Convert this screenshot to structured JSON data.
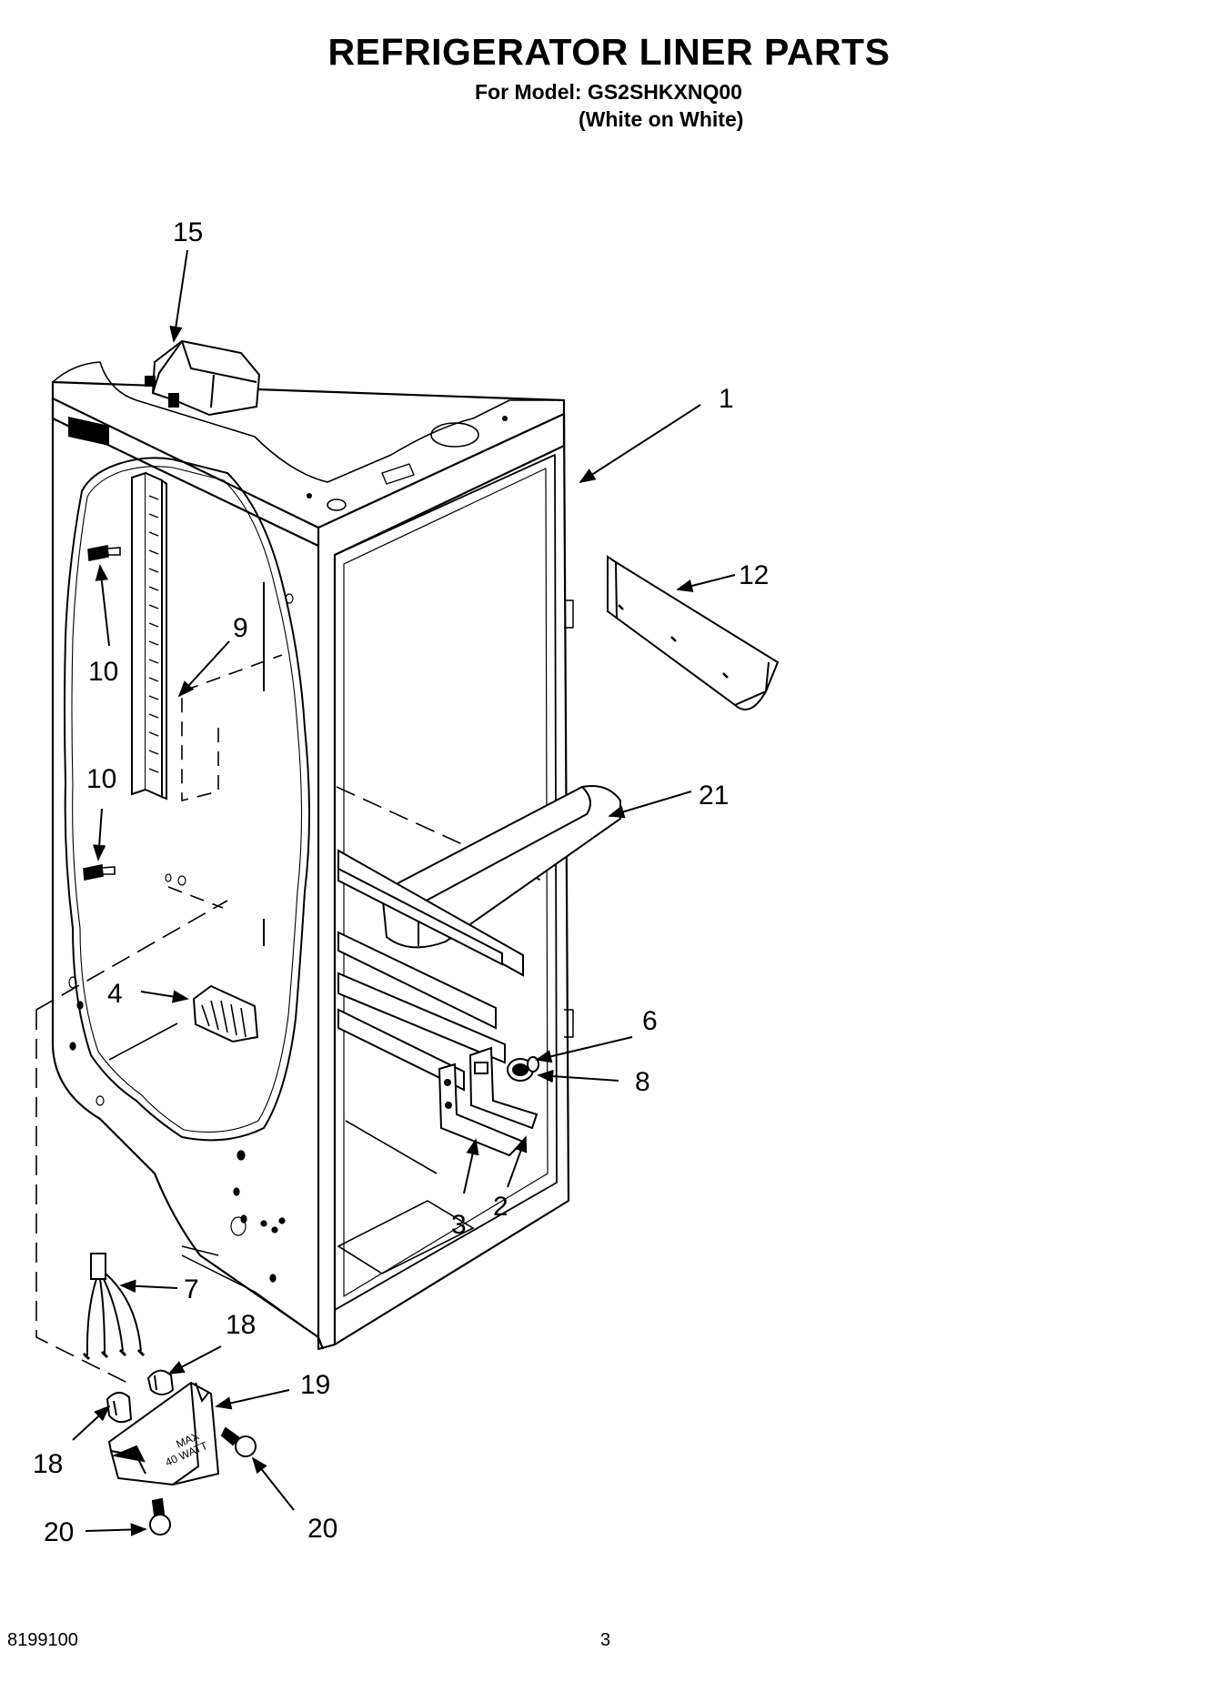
{
  "header": {
    "title": "REFRIGERATOR LINER PARTS",
    "model_line": "For Model: GS2SHKXNQ00",
    "color_line": "(White on White)"
  },
  "callouts": {
    "c1": "1",
    "c2": "2",
    "c3": "3",
    "c4": "4",
    "c6": "6",
    "c7": "7",
    "c8": "8",
    "c9": "9",
    "c10a": "10",
    "c10b": "10",
    "c12": "12",
    "c15": "15",
    "c18a": "18",
    "c18b": "18",
    "c19": "19",
    "c20a": "20",
    "c20b": "20",
    "c21": "21"
  },
  "lamp_housing_text": {
    "line1": "MAX",
    "line2": "40 WATT"
  },
  "footer": {
    "doc_number": "8199100",
    "page_number": "3"
  }
}
